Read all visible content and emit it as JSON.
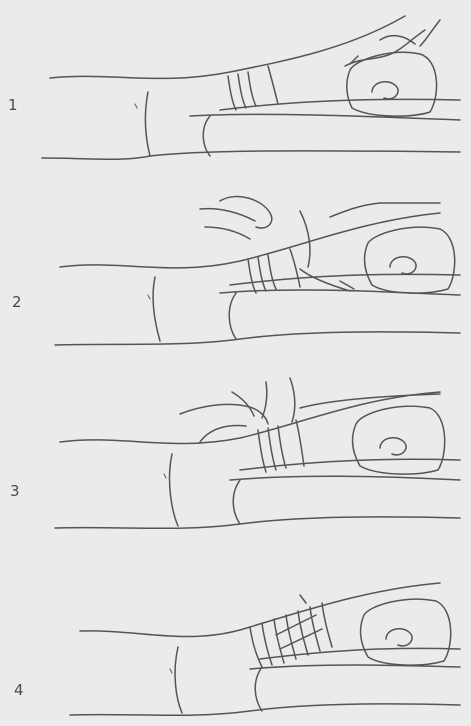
{
  "figure": {
    "description_steps": [
      {
        "number": "1"
      },
      {
        "number": "2"
      },
      {
        "number": "3"
      },
      {
        "number": "4"
      }
    ]
  },
  "colors": {
    "background": "#ebebeb",
    "ink": "#555555"
  }
}
